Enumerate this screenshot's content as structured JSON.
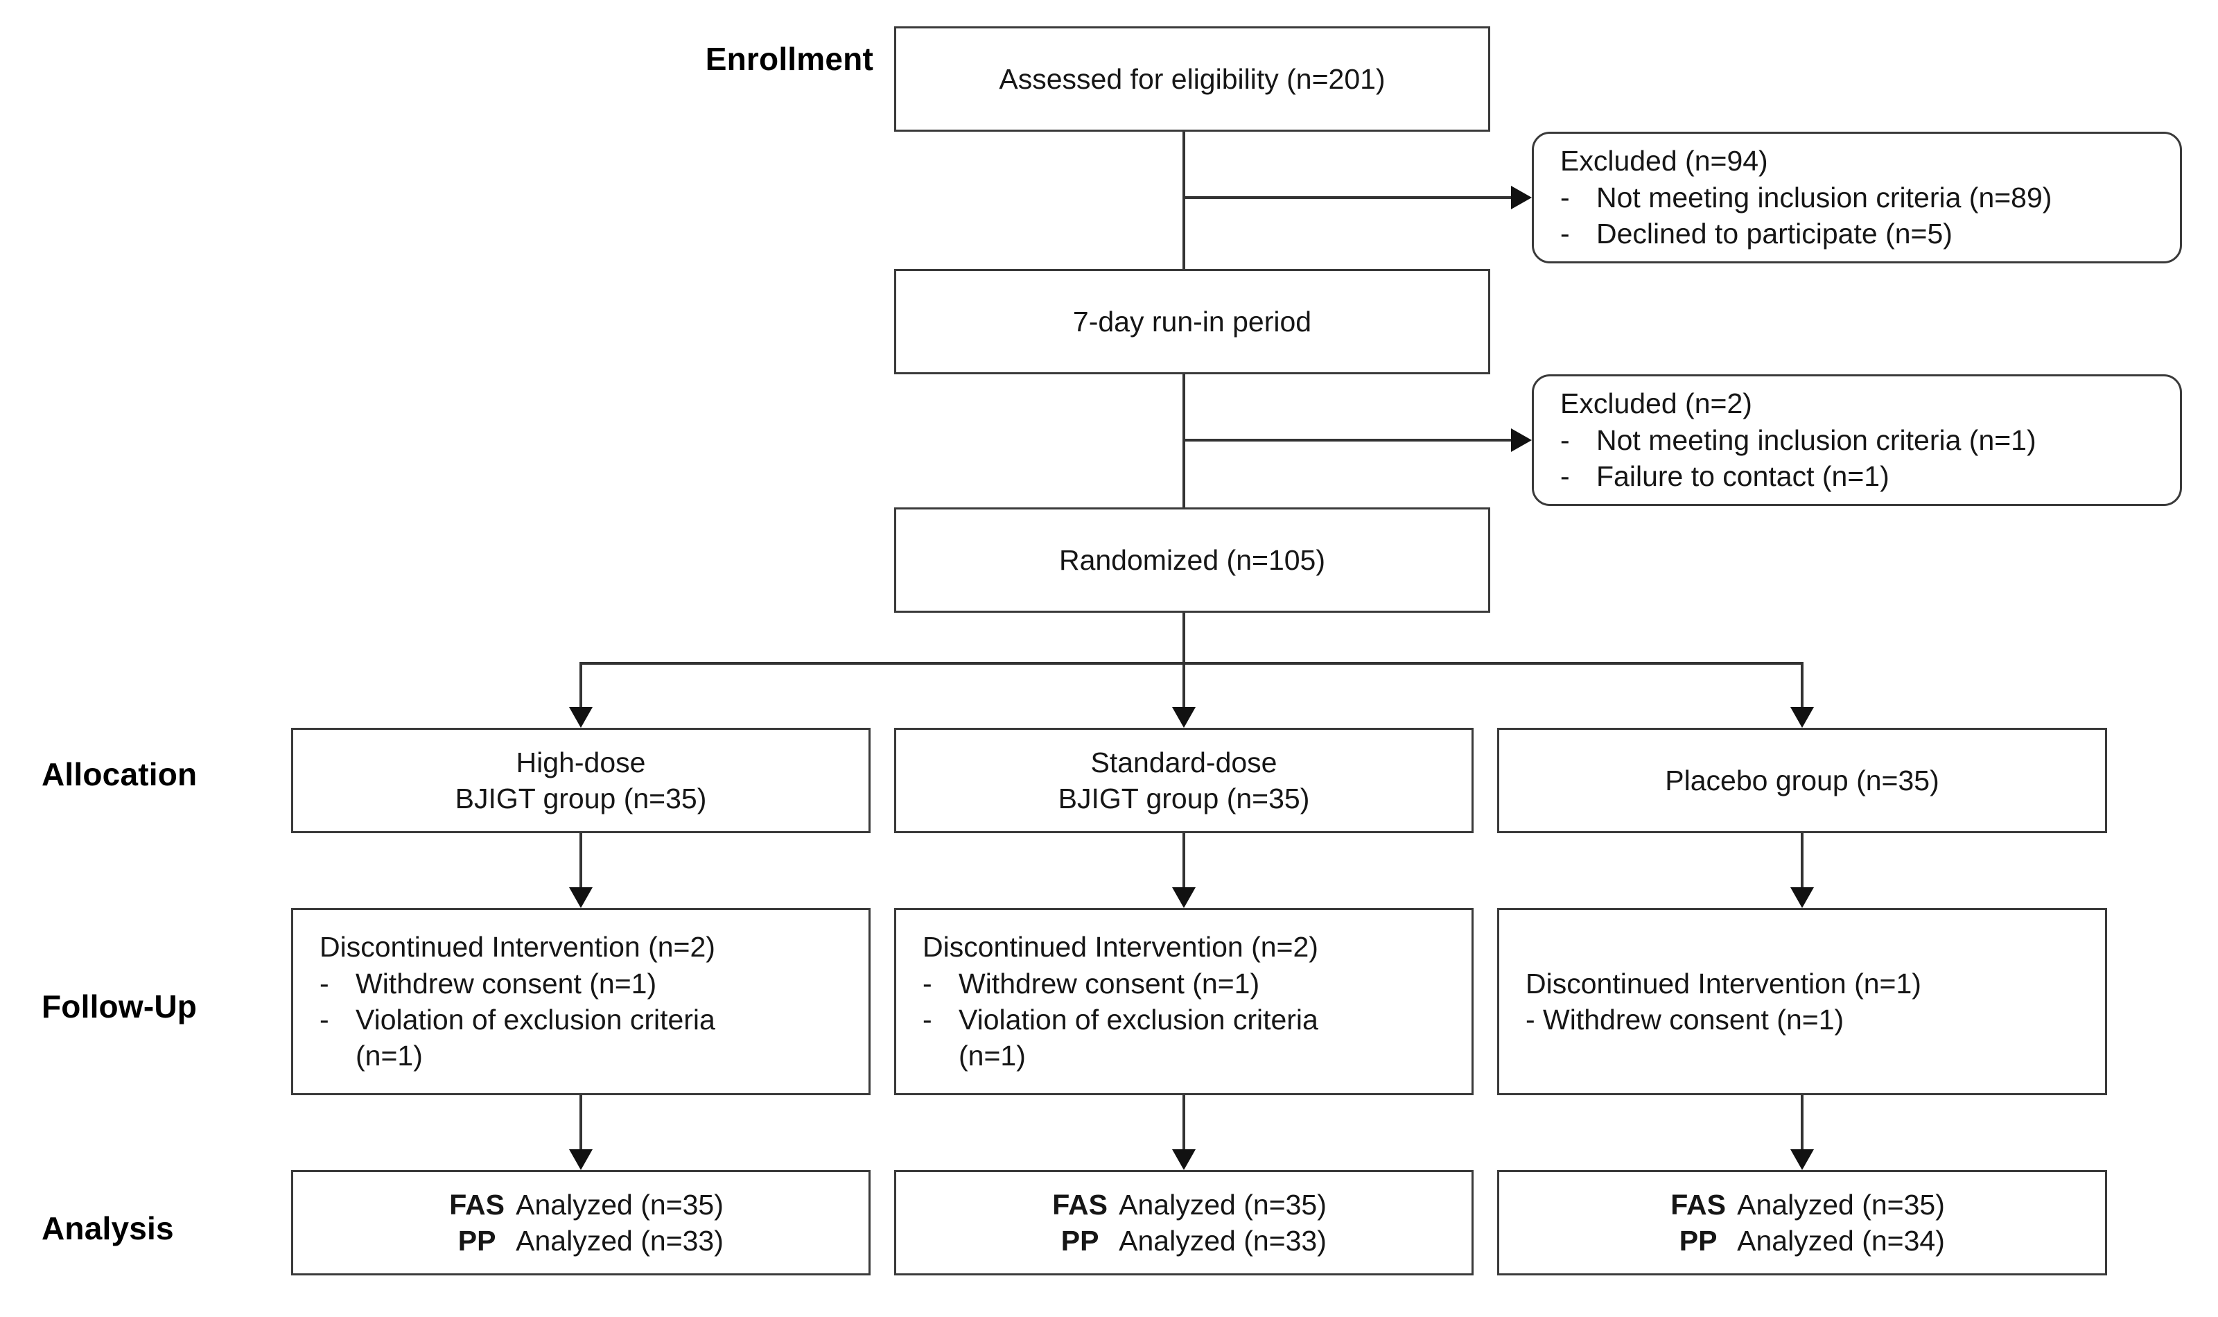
{
  "diagram": {
    "type": "consort-flow-diagram",
    "stages": [
      {
        "key": "enrollment",
        "label": "Enrollment"
      },
      {
        "key": "allocation",
        "label": "Allocation"
      },
      {
        "key": "followup",
        "label": "Follow-Up"
      },
      {
        "key": "analysis",
        "label": "Analysis"
      }
    ],
    "enrollment": {
      "assessed": "Assessed for eligibility (n=201)",
      "runin": "7-day run-in period",
      "randomized": "Randomized (n=105)",
      "excluded_1": {
        "title": "Excluded (n=94)",
        "dash": "-",
        "items": [
          "Not meeting inclusion criteria (n=89)",
          "Declined to participate (n=5)"
        ]
      },
      "excluded_2": {
        "title": "Excluded (n=2)",
        "dash": "-",
        "items": [
          "Not meeting inclusion criteria (n=1)",
          "Failure to contact (n=1)"
        ]
      }
    },
    "arms": [
      {
        "key": "high-dose",
        "allocation": {
          "line1": "High-dose",
          "line2": "BJIGT group (n=35)"
        },
        "followup": {
          "title": "Discontinued Intervention (n=2)",
          "dash": "-",
          "items": [
            {
              "text": "Withdrew consent (n=1)",
              "cont": ""
            },
            {
              "text": "Violation of exclusion criteria",
              "cont": "(n=1)"
            }
          ],
          "style": "bulleted"
        },
        "analysis": {
          "rows": [
            {
              "tag": "FAS",
              "text": "Analyzed (n=35)"
            },
            {
              "tag": "PP",
              "text": "Analyzed (n=33)"
            }
          ]
        }
      },
      {
        "key": "standard-dose",
        "allocation": {
          "line1": "Standard-dose",
          "line2": "BJIGT group (n=35)"
        },
        "followup": {
          "title": "Discontinued Intervention (n=2)",
          "dash": "-",
          "items": [
            {
              "text": "Withdrew consent (n=1)",
              "cont": ""
            },
            {
              "text": "Violation of exclusion criteria",
              "cont": "(n=1)"
            }
          ],
          "style": "bulleted"
        },
        "analysis": {
          "rows": [
            {
              "tag": "FAS",
              "text": "Analyzed (n=35)"
            },
            {
              "tag": "PP",
              "text": "Analyzed (n=33)"
            }
          ]
        }
      },
      {
        "key": "placebo",
        "allocation": {
          "line1": "Placebo group (n=35)",
          "line2": ""
        },
        "followup": {
          "title": "Discontinued Intervention (n=1)",
          "dash": "-",
          "items": [
            {
              "text": "- Withdrew consent (n=1)",
              "cont": ""
            }
          ],
          "style": "inline"
        },
        "analysis": {
          "rows": [
            {
              "tag": "FAS",
              "text": "Analyzed (n=35)"
            },
            {
              "tag": "PP",
              "text": "Analyzed (n=34)"
            }
          ]
        }
      }
    ],
    "colors": {
      "box_border": "#3a3a3a",
      "connector": "#333333",
      "text": "#161616",
      "background": "#ffffff"
    }
  }
}
